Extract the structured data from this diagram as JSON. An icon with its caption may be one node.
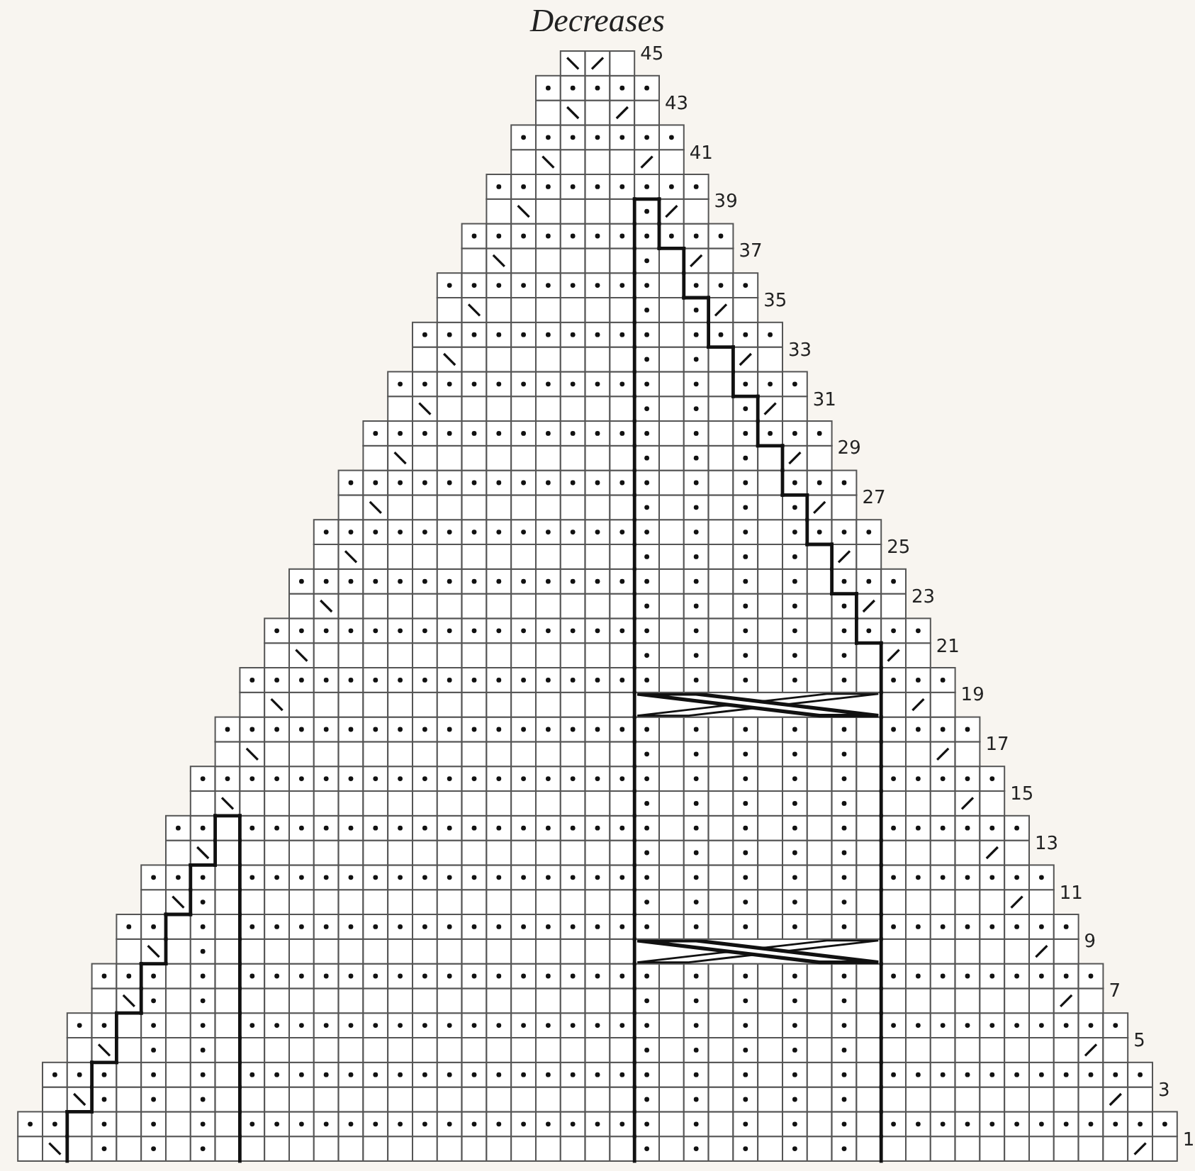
{
  "diagram": {
    "title": "Decreases",
    "labels": [
      "45",
      "43",
      "41",
      "39",
      "37",
      "35",
      "33",
      "31",
      "29",
      "27",
      "25",
      "23",
      "21",
      "19",
      "17",
      "15",
      "13",
      "11",
      "9",
      "7",
      "5",
      "3",
      "1"
    ]
  }
}
